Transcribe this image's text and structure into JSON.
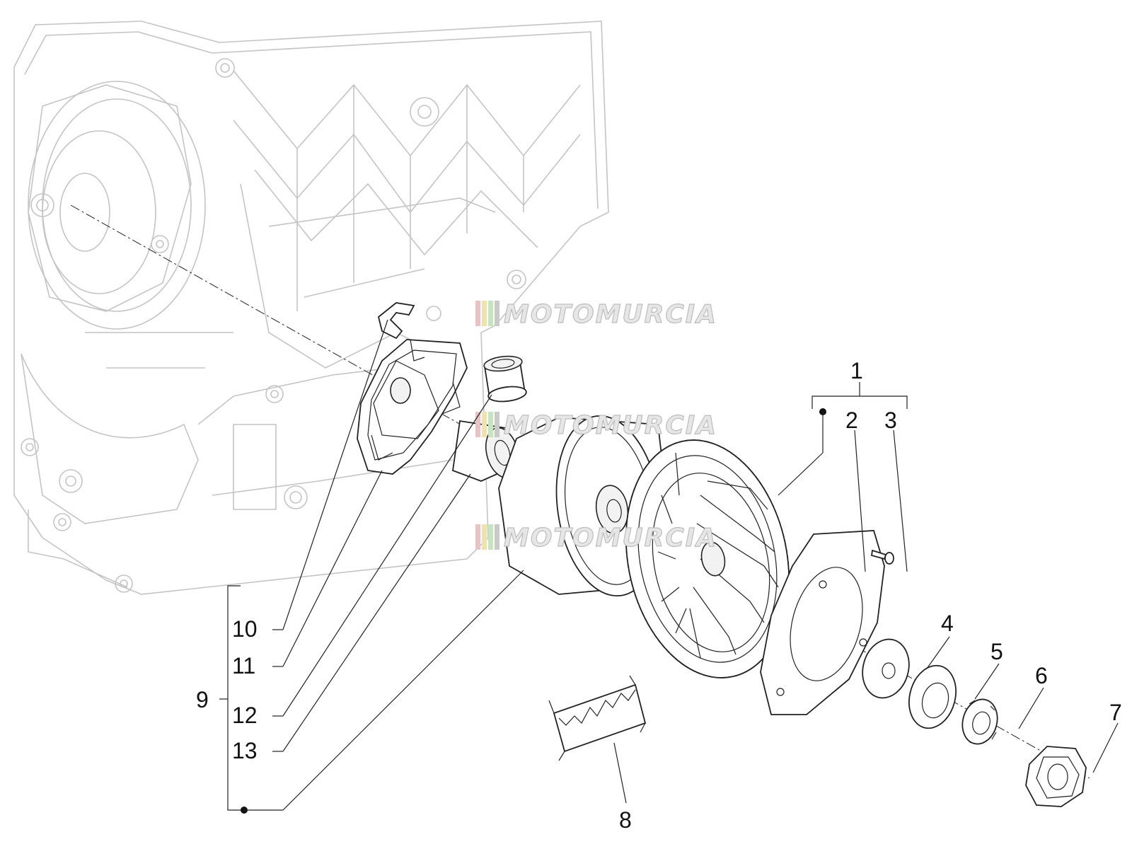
{
  "watermark": {
    "text": "MOTOMURCIA",
    "stripe_colors": [
      "#e8c3c3",
      "#f0e3a6",
      "#c8e3c0",
      "#c9c9c9"
    ]
  },
  "callouts": [
    {
      "id": "1",
      "label": "1"
    },
    {
      "id": "2",
      "label": "2"
    },
    {
      "id": "3",
      "label": "3"
    },
    {
      "id": "4",
      "label": "4"
    },
    {
      "id": "5",
      "label": "5"
    },
    {
      "id": "6",
      "label": "6"
    },
    {
      "id": "7",
      "label": "7"
    },
    {
      "id": "8",
      "label": "8"
    },
    {
      "id": "9",
      "label": "9"
    },
    {
      "id": "10",
      "label": "10"
    },
    {
      "id": "11",
      "label": "11"
    },
    {
      "id": "12",
      "label": "12"
    },
    {
      "id": "13",
      "label": "13"
    }
  ],
  "colors": {
    "line": "#222222",
    "crankcase": "#c4c4c4",
    "background": "#ffffff"
  }
}
